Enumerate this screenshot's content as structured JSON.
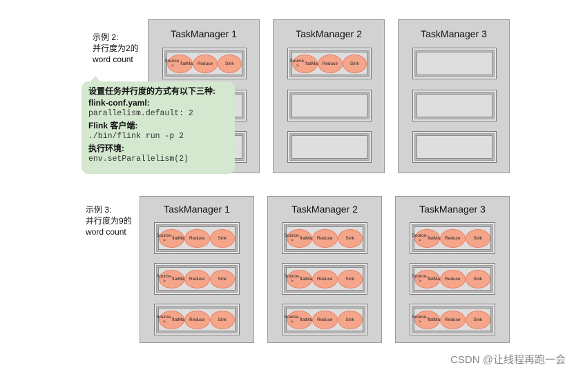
{
  "example2": {
    "caption": [
      "示例 2:",
      "并行度为2的",
      "word count"
    ],
    "task_managers": [
      {
        "title": "TaskManager 1",
        "slots": [
          {
            "filled": true
          },
          {
            "filled": false
          },
          {
            "filled": false
          }
        ]
      },
      {
        "title": "TaskManager 2",
        "slots": [
          {
            "filled": true
          },
          {
            "filled": false
          },
          {
            "filled": false
          }
        ]
      },
      {
        "title": "TaskManager 3",
        "slots": [
          {
            "filled": false
          },
          {
            "filled": false
          },
          {
            "filled": false
          }
        ]
      }
    ]
  },
  "example3": {
    "caption": [
      "示例 3:",
      "并行度为9的",
      "word count"
    ],
    "task_managers": [
      {
        "title": "TaskManager 1",
        "slots": [
          {
            "filled": true
          },
          {
            "filled": true
          },
          {
            "filled": true
          }
        ]
      },
      {
        "title": "TaskManager 2",
        "slots": [
          {
            "filled": true
          },
          {
            "filled": true
          },
          {
            "filled": true
          }
        ]
      },
      {
        "title": "TaskManager 3",
        "slots": [
          {
            "filled": true
          },
          {
            "filled": true
          },
          {
            "filled": true
          }
        ]
      }
    ]
  },
  "operators": [
    {
      "line1": "Source->",
      "line2": "flatMap"
    },
    {
      "line1": "Reduce",
      "line2": ""
    },
    {
      "line1": "Sink",
      "line2": ""
    }
  ],
  "callout": {
    "heading": "设置任务并行度的方式有以下三种:",
    "label1": "flink-conf.yaml:",
    "code1": "parallelism.default: 2",
    "label2": "Flink 客户端:",
    "code2": "./bin/flink run -p 2",
    "label3": "执行环境:",
    "code3": "env.setParallelism(2)"
  },
  "watermark": "CSDN @让线程再跑一会",
  "colors": {
    "operator_fill": "#f4a58a",
    "callout_bg": "#d3e8cf",
    "task_manager_bg": "#d2d2d2"
  }
}
